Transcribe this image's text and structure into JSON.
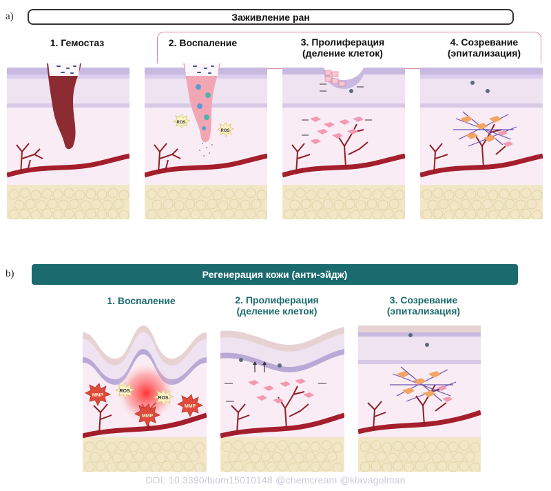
{
  "section_a": {
    "label": "a)",
    "title": "Заживление ран",
    "stages": [
      {
        "line1": "1. Гемостаз",
        "line2": ""
      },
      {
        "line1": "2. Воспаление",
        "line2": ""
      },
      {
        "line1": "3. Пролиферация",
        "line2": "(деление клеток)"
      },
      {
        "line1": "4. Созревание",
        "line2": "(эпитализация)"
      }
    ]
  },
  "section_b": {
    "label": "b)",
    "title": "Регенерация кожи (анти-эйдж)",
    "stages": [
      {
        "line1": "1. Воспаление",
        "line2": ""
      },
      {
        "line1": "2. Пролиферация",
        "line2": "(деление клеток)"
      },
      {
        "line1": "3. Созревание",
        "line2": "(эпитализация)"
      }
    ]
  },
  "markers": {
    "ros": "ROS",
    "mmp": "MMP"
  },
  "footer": "DOI: 10.3390/biom15010148    @chemcream @klavagolman",
  "colors": {
    "teal": "#1b6b6e",
    "highlight_border": "#e3869a",
    "epidermis": "#efe3f1",
    "basal_layer": "#b9a9d6",
    "dermis": "#f9ecf4",
    "vessel": "#a41e2c",
    "fat": "#f1e6c6"
  }
}
